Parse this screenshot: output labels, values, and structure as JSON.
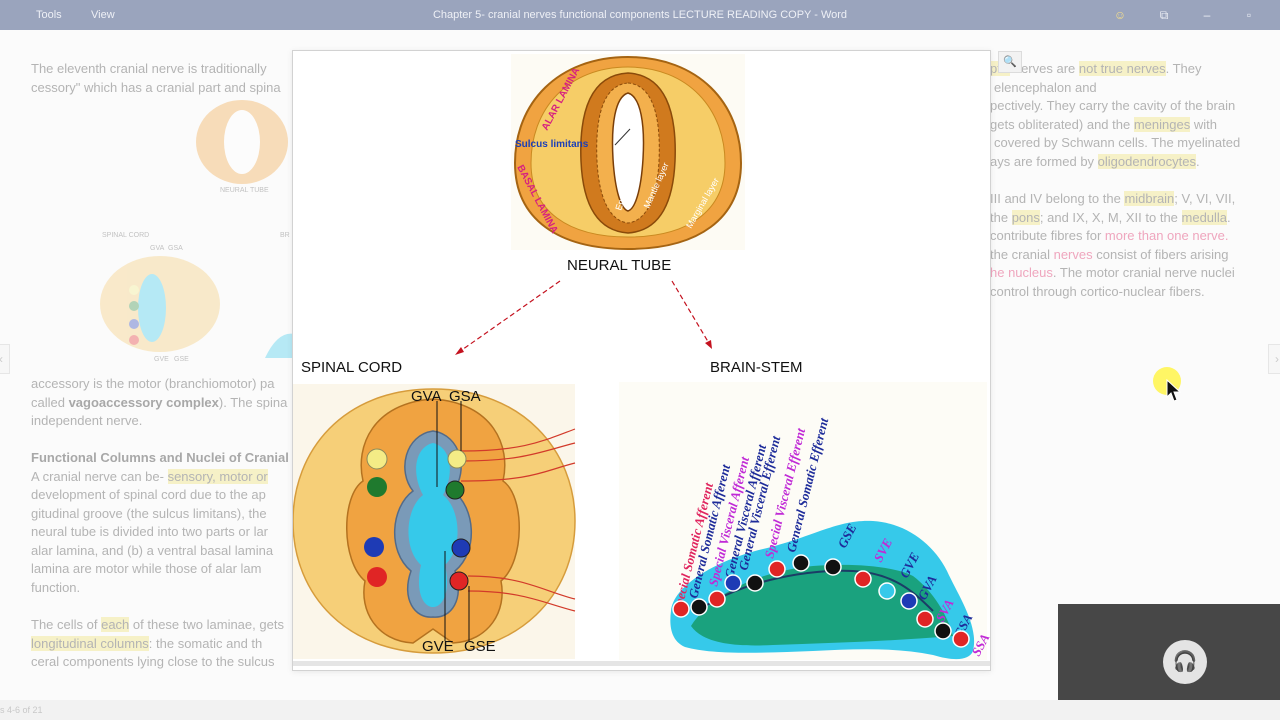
{
  "titlebar": {
    "menu_tools": "Tools",
    "menu_view": "View",
    "title": "Chapter 5- cranial nerves functional components LECTURE READING COPY - Word"
  },
  "status": {
    "pages": "s 4-6 of 21"
  },
  "doc": {
    "left": {
      "p1_l1": "The eleventh cranial nerve is traditionally",
      "p1_l2": "cessory\" which has a cranial part and spina",
      "small_fig": {
        "neural_tube": "NEURAL TUBE",
        "spinal_cord": "SPINAL CORD",
        "gva": "GVA",
        "gsa": "GSA",
        "gve": "GVE",
        "gse": "GSE",
        "br": "BR"
      },
      "p2_l1": "accessory is the motor (branchiomotor) pa",
      "p2_l2a": "called ",
      "p2_l2b": "vagoaccessory complex",
      "p2_l2c": "). The spina",
      "p2_l3": "independent nerve.",
      "h1": "Functional Columns and Nuclei of Cranial",
      "p3_l1a": "A cranial nerve can be- ",
      "p3_l1b": "sensory, motor or",
      "p3_l2": "development of spinal cord due to the ap",
      "p3_l3": "gitudinal groove (the sulcus limitans), the",
      "p3_l4": "neural tube is divided into two parts or lar",
      "p3_l5": "alar lamina, and (b) a ventral basal lamina",
      "p3_l6": "lamina are motor while those of alar lam",
      "p3_l7": "function.",
      "p4_l1a": "The cells of ",
      "p4_l1b": "each",
      "p4_l1c": " of these two laminae, gets",
      "p4_l2a": "longitudinal columns",
      "p4_l2b": ": the somatic and th",
      "p4_l3": "ceral components lying close to the sulcus"
    },
    "right": {
      "r1a": "ptic",
      "r1b": " nerves are ",
      "r1c": "not true nerves",
      "r1d": ". They",
      "r2": "elencephalon and",
      "r3": "pectively. They carry the cavity of the brain",
      "r4a": "gets obliterated) and the ",
      "r4b": "meninges",
      "r4c": " with",
      "r5": "covered by Schwann cells. The myelinated",
      "r6a": "ays are formed by ",
      "r6b": "oligodendrocytes",
      "r6c": ".",
      "r7a": "III and IV belong to the ",
      "r7b": "midbrain",
      "r7c": "; V, VI, VII,",
      "r8a": "the ",
      "r8b": "pons",
      "r8c": "; and IX, X, M, XII to the ",
      "r8d": "medulla",
      "r8e": ".",
      "r9a": "contribute fibres for ",
      "r9b": "more than one nerve.",
      "r10a": "the cranial ",
      "r10b": "nerves",
      "r10c": " consist of fibers arising",
      "r11a": "he nucleus",
      "r11b": ". The motor cranial nerve nuclei",
      "r12": "control through cortico-nuclear fibers."
    }
  },
  "figure": {
    "neural_tube_label": "NEURAL TUBE",
    "spinal_cord_label": "SPINAL CORD",
    "brainstem_label": "BRAIN-STEM",
    "alar": "ALAR LAMINA",
    "basal": "BASAL LAMINA",
    "sulcus": "Sulcus limitans",
    "ependymal": "Ependymal layer",
    "mantle": "Mantle layer",
    "marginal": "Marginal layer",
    "gva": "GVA",
    "gsa": "GSA",
    "gve": "GVE",
    "gse": "GSE",
    "brainstem_columns": [
      {
        "name": "Special Somatic Afferent",
        "color": "#e0245e"
      },
      {
        "name": "General Somatic Afferent",
        "color": "#1e2c9a"
      },
      {
        "name": "Special Visceral Afferent",
        "color": "#c02ad6"
      },
      {
        "name": "General Visceral Afferent",
        "color": "#1e2c9a"
      },
      {
        "name": "General Visceral Efferent",
        "color": "#1e2c9a"
      },
      {
        "name": "Special Visceral Efferent",
        "color": "#c02ad6"
      },
      {
        "name": "General Somatic Efferent",
        "color": "#1e2c9a"
      }
    ],
    "right_labels": [
      {
        "text": "GSE",
        "color": "#1e2c9a"
      },
      {
        "text": "SVE",
        "color": "#c02ad6"
      },
      {
        "text": "GVE",
        "color": "#1e2c9a"
      },
      {
        "text": "GVA",
        "color": "#1e2c9a"
      },
      {
        "text": "SVA",
        "color": "#c02ad6"
      },
      {
        "text": "GSA",
        "color": "#1e2c9a"
      },
      {
        "text": "SSA",
        "color": "#c02ad6"
      }
    ]
  },
  "colors": {
    "titlebar": "#9aa4bd",
    "highlight": "#f6f1c7",
    "pink_text": "#efa6be",
    "cyan": "#36c9ea",
    "tube_orange": "#f0a341"
  },
  "icons": {
    "zoom": "magnifier-icon",
    "smiley": "smiley-icon",
    "headset": "headset-icon"
  }
}
